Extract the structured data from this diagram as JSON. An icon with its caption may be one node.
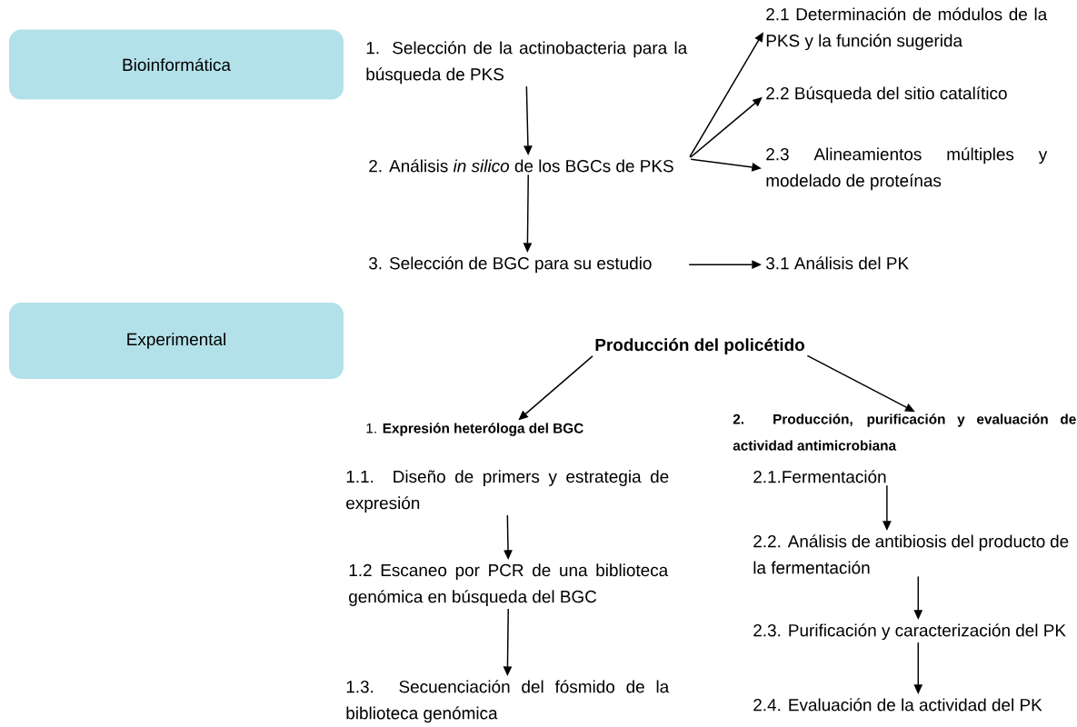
{
  "diagram": {
    "nodes": [
      {
        "text": [
          "Bioinformática"
        ]
      },
      {
        "text": [
          "1. Selección de la actinobacteria para la búsqueda de PKS"
        ]
      },
      {
        "text": [
          "2.1 Determinación de módulos de la PKS y la función sugerida"
        ]
      },
      {
        "text": [
          "2.2 Búsqueda del sitio catalítico"
        ]
      },
      {
        "text": [
          "2. Análisis *in silico* de los BGCs de PKS"
        ]
      },
      {
        "text": [
          "2.3 Alineamientos múltiples y modelado de proteínas"
        ]
      },
      {
        "text": [
          "3. Selección de BGC para su estudio"
        ]
      },
      {
        "text": [
          "3.1 Análisis del PK"
        ]
      },
      {
        "text": [
          "Experimental"
        ]
      },
      {
        "text": [
          "Producción del policétido"
        ]
      },
      {
        "text": [
          "1. **Expresión heteróloga del BGC**"
        ]
      },
      {
        "text": [
          "2. Producción, purificación y evaluación de actividad antimicrobiana"
        ]
      },
      {
        "text": [
          "1.1. Diseño de primers y estrategia de expresión"
        ]
      },
      {
        "text": [
          "2.1.Fermentación"
        ]
      },
      {
        "text": [
          "2.2. Análisis de antibiosis del producto de la fermentación"
        ]
      },
      {
        "text": [
          "1.2 Escaneo por PCR de una biblioteca genómica en búsqueda del BGC"
        ]
      },
      {
        "text": [
          "2.3. Purificación y caracterización del PK"
        ]
      },
      {
        "text": [
          "1.3. Secuenciación del fósmido de la biblioteca genómica"
        ]
      },
      {
        "text": [
          "2.4. Evaluación de la actividad del PK"
        ]
      }
    ],
    "edges": [
      {
        "from": 1,
        "to": 4,
        "arrow": "to"
      },
      {
        "from": 4,
        "to": 2,
        "arrow": "to"
      },
      {
        "from": 4,
        "to": 3,
        "arrow": "to"
      },
      {
        "from": 4,
        "to": 5,
        "arrow": "to"
      },
      {
        "from": 4,
        "to": 6,
        "arrow": "to"
      },
      {
        "from": 6,
        "to": 7,
        "arrow": "to"
      },
      {
        "from": 9,
        "to": 10,
        "arrow": "to"
      },
      {
        "from": 9,
        "to": 11,
        "arrow": "to"
      },
      {
        "from": 12,
        "to": 15,
        "arrow": "to"
      },
      {
        "from": 15,
        "to": 17,
        "arrow": "to"
      },
      {
        "from": 13,
        "to": 14,
        "arrow": "to"
      },
      {
        "from": 14,
        "to": 16,
        "arrow": "to"
      },
      {
        "from": 16,
        "to": 18,
        "arrow": "to"
      }
    ]
  }
}
